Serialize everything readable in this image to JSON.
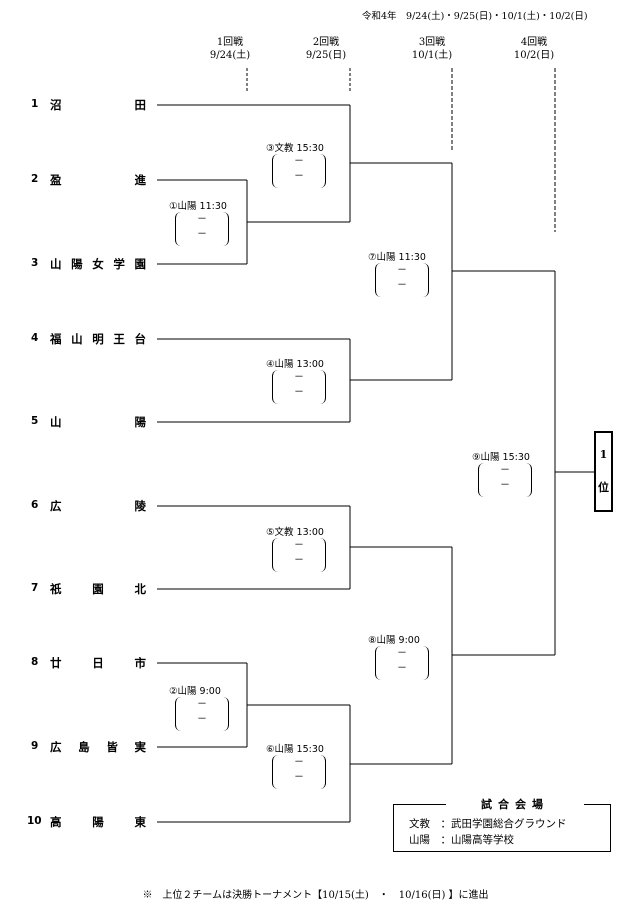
{
  "header": {
    "date_line": "令和4年　9/24(土)・9/25(日)・10/1(土)・10/2(日)"
  },
  "rounds": [
    {
      "name": "1回戦",
      "date": "9/24(土)"
    },
    {
      "name": "2回戦",
      "date": "9/25(日)"
    },
    {
      "name": "3回戦",
      "date": "10/1(土)"
    },
    {
      "name": "4回戦",
      "date": "10/2(日)"
    }
  ],
  "teams": [
    {
      "num": "1",
      "chars": [
        "沼",
        "田"
      ]
    },
    {
      "num": "2",
      "chars": [
        "盈",
        "進"
      ]
    },
    {
      "num": "3",
      "chars": [
        "山",
        "陽",
        "女",
        "学",
        "園"
      ]
    },
    {
      "num": "4",
      "chars": [
        "福",
        "山",
        "明",
        "王",
        "台"
      ]
    },
    {
      "num": "5",
      "chars": [
        "山",
        "陽"
      ]
    },
    {
      "num": "6",
      "chars": [
        "広",
        "陵"
      ]
    },
    {
      "num": "7",
      "chars": [
        "祇",
        "園",
        "北"
      ]
    },
    {
      "num": "8",
      "chars": [
        "廿",
        "日",
        "市"
      ]
    },
    {
      "num": "9",
      "chars": [
        "広",
        "島",
        "皆",
        "実"
      ]
    },
    {
      "num": "10",
      "chars": [
        "高",
        "陽",
        "東"
      ]
    }
  ],
  "matches": [
    {
      "label": "①山陽 11:30",
      "score_top": "－",
      "score_bottom": "－"
    },
    {
      "label": "②山陽 9:00",
      "score_top": "－",
      "score_bottom": "－"
    },
    {
      "label": "③文教 15:30",
      "score_top": "－",
      "score_bottom": "－"
    },
    {
      "label": "④山陽 13:00",
      "score_top": "－",
      "score_bottom": "－"
    },
    {
      "label": "⑤文教 13:00",
      "score_top": "－",
      "score_bottom": "－"
    },
    {
      "label": "⑥山陽 15:30",
      "score_top": "－",
      "score_bottom": "－"
    },
    {
      "label": "⑦山陽 11:30",
      "score_top": "－",
      "score_bottom": "－"
    },
    {
      "label": "⑧山陽 9:00",
      "score_top": "－",
      "score_bottom": "－"
    },
    {
      "label": "⑨山陽 15:30",
      "score_top": "－",
      "score_bottom": "－"
    }
  ],
  "winner": {
    "top": "1",
    "bottom": "位"
  },
  "venues": {
    "title": "試合会場",
    "lines": [
      "文教　：武田学園総合グラウンド",
      "山陽　：山陽高等学校"
    ]
  },
  "footer": "※　上位２チームは決勝トーナメント【10/15(土)　・　10/16(日) 】に進出"
}
